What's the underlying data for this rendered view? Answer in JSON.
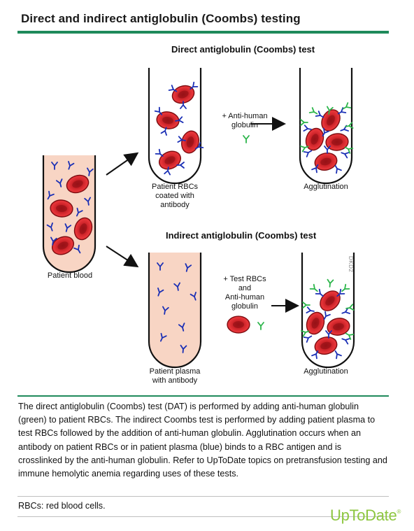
{
  "title": "Direct and indirect antiglobulin (Coombs) testing",
  "direct": {
    "heading": "Direct antiglobulin (Coombs) test",
    "tube_label_1": "Patient RBCs",
    "tube_label_2": "coated with",
    "tube_label_3": "antibody",
    "reagent_1": "+  Anti-human",
    "reagent_2": "globulin",
    "result_label": "Agglutination"
  },
  "indirect": {
    "heading": "Indirect antiglobulin (Coombs) test",
    "tube_label_1": "Patient plasma",
    "tube_label_2": "with antibody",
    "reagent_1": "+  Test RBCs",
    "reagent_2": "and",
    "reagent_3": "Anti-human",
    "reagent_4": "globulin",
    "result_label": "Agglutination"
  },
  "patient_label": "Patient blood",
  "watermark": "DKD2",
  "caption": "The direct antiglobulin (Coombs) test (DAT) is performed by adding anti-human globulin (green) to patient RBCs. The indirect Coombs test is performed by adding patient plasma to test RBCs followed by the addition of anti-human globulin. Agglutination occurs when an antibody on patient RBCs or in patient plasma (blue) binds to a RBC antigen and is crosslinked by the anti-human globulin. Refer to UpToDate topics on pretransfusion testing and immune hemolytic anemia regarding uses of these tests.",
  "footnote": "RBCs: red blood cells.",
  "logo": "UpToDate",
  "logo_mark": "®",
  "colors": {
    "accent_green": "#1f8a5b",
    "antibody_blue": "#1a2fb5",
    "antiglobulin_green": "#2bb54a",
    "rbc_red": "#d9262b",
    "plasma": "#f8d5c4",
    "logo_green": "#8dc63f"
  }
}
